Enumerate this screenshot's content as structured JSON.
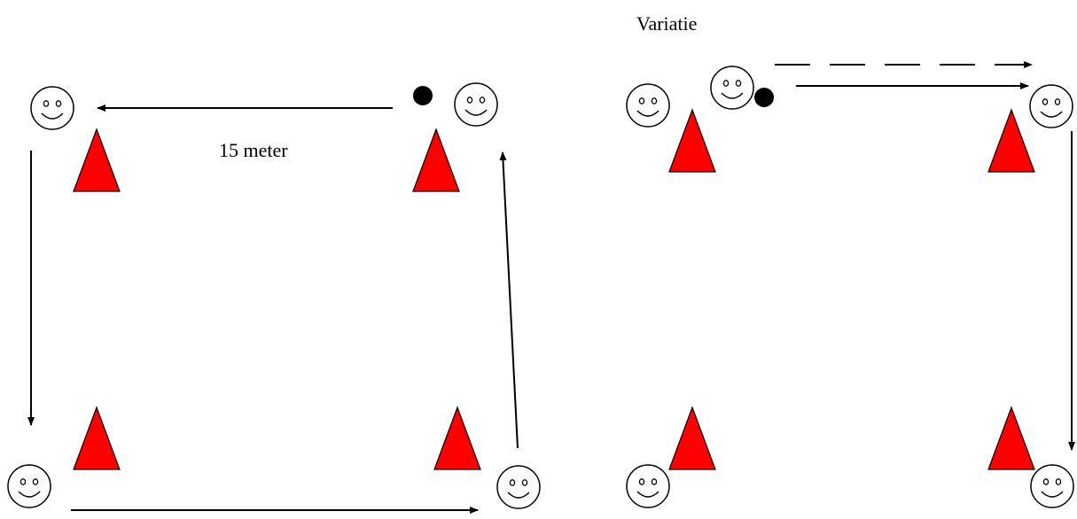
{
  "labels": {
    "distance": "15 meter",
    "variation": "Variatie"
  },
  "colors": {
    "cone_fill": "#ff0000",
    "stroke": "#000000",
    "ball": "#000000",
    "background": "#ffffff"
  },
  "icons": {
    "player": "smiley-face",
    "cone": "triangle",
    "ball": "filled-circle"
  }
}
